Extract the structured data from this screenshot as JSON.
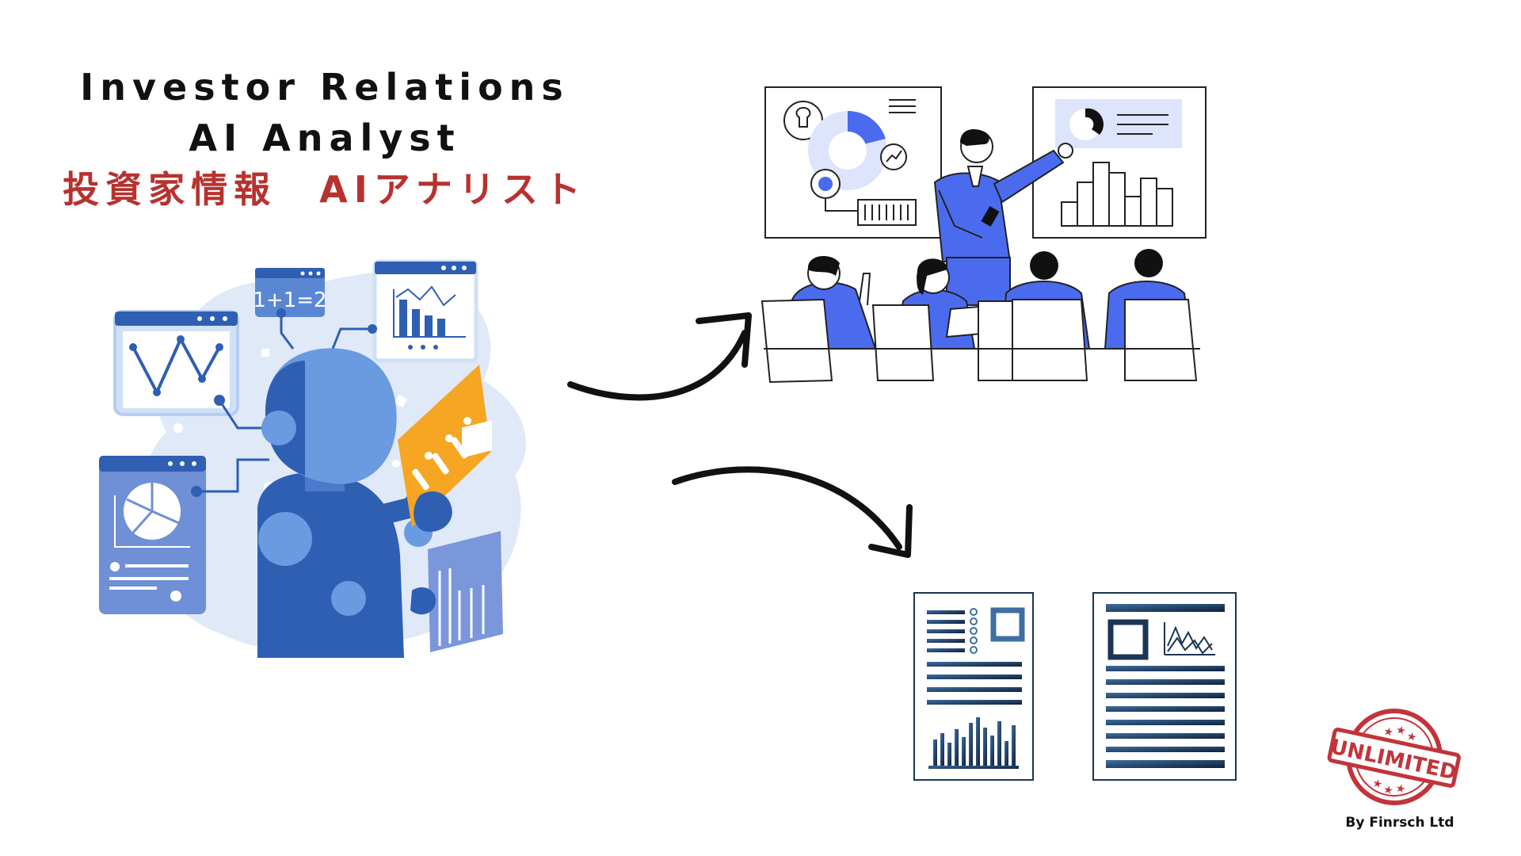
{
  "title": {
    "line1": "Investor Relations",
    "line2": "AI Analyst",
    "line3": "投資家情報　AIアナリスト"
  },
  "robot_panels": {
    "formula": "1+1=2"
  },
  "stamp": {
    "text": "UNLIMITED"
  },
  "footer": {
    "byline": "By Finrsch Ltd"
  },
  "colors": {
    "title_red": "#b7322f",
    "accent_blue": "#4b6bef",
    "robot_blue": "#2f5fb3",
    "panel_orange": "#f6a623",
    "stamp_red": "#c2343a",
    "doc_navy": "#1b3556"
  }
}
